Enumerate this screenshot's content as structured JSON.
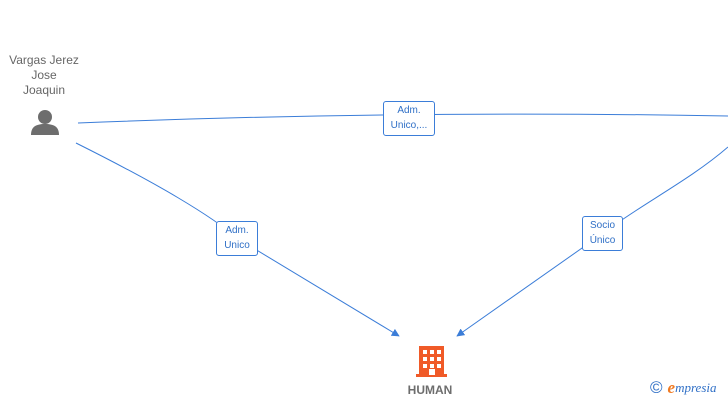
{
  "nodes": {
    "person": {
      "name_lines": [
        "Vargas Jerez",
        "Jose",
        "Joaquin"
      ]
    },
    "company": {
      "name": "HUMAN"
    }
  },
  "edges": [
    {
      "label_lines": [
        "Adm.",
        "Unico,..."
      ]
    },
    {
      "label_lines": [
        "Adm.",
        "Unico"
      ]
    },
    {
      "label_lines": [
        "Socio",
        "Único"
      ]
    }
  ],
  "brand": {
    "copyright": "©",
    "initial": "e",
    "rest": "mpresia"
  },
  "colors": {
    "edge": "#3b7dd8",
    "person_icon": "#6d6d6d",
    "company_icon": "#f05a28",
    "brand_initial": "#f07a22"
  }
}
